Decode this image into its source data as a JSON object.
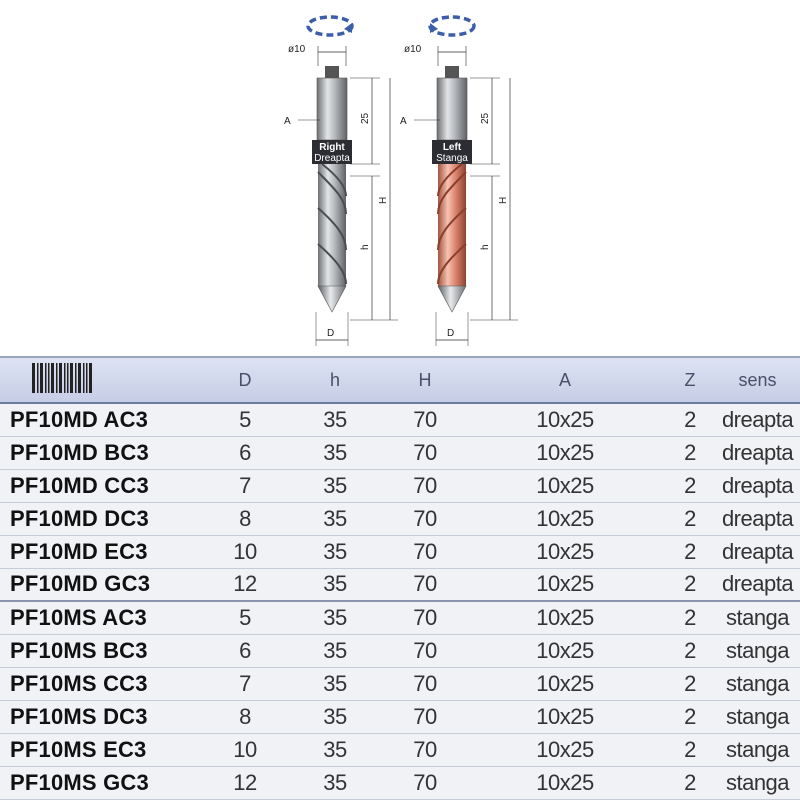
{
  "diagram": {
    "right_tool": {
      "diameter_label": "ø10",
      "A_label": "A",
      "shank_dim": "25",
      "H_label": "H",
      "h_label": "h",
      "D_label": "D",
      "direction_line1": "Right",
      "direction_line2": "Dreapta"
    },
    "left_tool": {
      "diameter_label": "ø10",
      "A_label": "A",
      "shank_dim": "25",
      "H_label": "H",
      "h_label": "h",
      "D_label": "D",
      "direction_line1": "Left",
      "direction_line2": "Stanga"
    },
    "icons": [
      "rotation-clockwise-icon",
      "rotation-counterclockwise-icon",
      "barcode-icon"
    ]
  },
  "table": {
    "headers": [
      "D",
      "h",
      "H",
      "A",
      "Z",
      "sens"
    ],
    "rows": [
      [
        "PF10MD AC3",
        "5",
        "35",
        "70",
        "10x25",
        "2",
        "dreapta"
      ],
      [
        "PF10MD BC3",
        "6",
        "35",
        "70",
        "10x25",
        "2",
        "dreapta"
      ],
      [
        "PF10MD CC3",
        "7",
        "35",
        "70",
        "10x25",
        "2",
        "dreapta"
      ],
      [
        "PF10MD DC3",
        "8",
        "35",
        "70",
        "10x25",
        "2",
        "dreapta"
      ],
      [
        "PF10MD EC3",
        "10",
        "35",
        "70",
        "10x25",
        "2",
        "dreapta"
      ],
      [
        "PF10MD GC3",
        "12",
        "35",
        "70",
        "10x25",
        "2",
        "dreapta"
      ],
      [
        "PF10MS AC3",
        "5",
        "35",
        "70",
        "10x25",
        "2",
        "stanga"
      ],
      [
        "PF10MS BC3",
        "6",
        "35",
        "70",
        "10x25",
        "2",
        "stanga"
      ],
      [
        "PF10MS CC3",
        "7",
        "35",
        "70",
        "10x25",
        "2",
        "stanga"
      ],
      [
        "PF10MS DC3",
        "8",
        "35",
        "70",
        "10x25",
        "2",
        "stanga"
      ],
      [
        "PF10MS EC3",
        "10",
        "35",
        "70",
        "10x25",
        "2",
        "stanga"
      ],
      [
        "PF10MS GC3",
        "12",
        "35",
        "70",
        "10x25",
        "2",
        "stanga"
      ]
    ]
  },
  "colors": {
    "header_bg": "#ccd3ea",
    "table_bg": "#f1f2f6",
    "arrow_blue": "#3b5ea8",
    "flute_steel": "#9ea2a6",
    "flute_red": "#e08873"
  }
}
